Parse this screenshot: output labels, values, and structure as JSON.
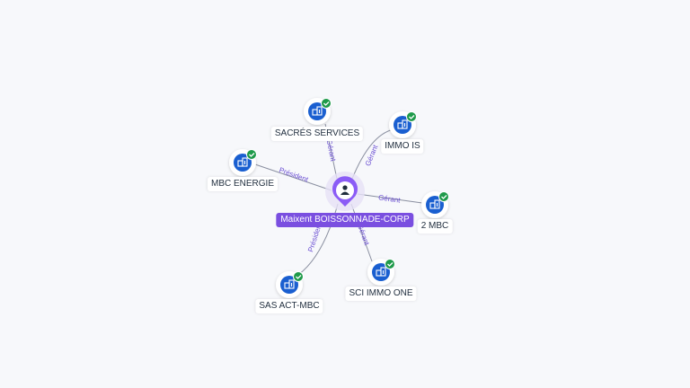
{
  "colors": {
    "background": "#f7f8fb",
    "edge": "#8a8fa0",
    "edge_label": "#6b4fd3",
    "company_icon": "#1a5fd0",
    "verified_badge": "#1f9a4a",
    "person_marker": "#8b5cf6",
    "person_label_bg": "#7a4fe0"
  },
  "center": {
    "label": "Maixent BOISSONNADE-CORP",
    "icon": "person-icon"
  },
  "companies": [
    {
      "label": "SACRÉS SERVICES",
      "icon": "building-icon",
      "badge": "check-icon"
    },
    {
      "label": "IMMO IS",
      "icon": "building-icon",
      "badge": "check-icon"
    },
    {
      "label": "MBC ENERGIE",
      "icon": "building-icon",
      "badge": "check-icon"
    },
    {
      "label": "2 MBC",
      "icon": "building-icon",
      "badge": "check-icon"
    },
    {
      "label": "SAS ACT-MBC",
      "icon": "building-icon",
      "badge": "check-icon"
    },
    {
      "label": "SCI IMMO ONE",
      "icon": "building-icon",
      "badge": "check-icon"
    }
  ],
  "edges": [
    {
      "role": "Gérant"
    },
    {
      "role": "Gérant"
    },
    {
      "role": "Président"
    },
    {
      "role": "Gérant"
    },
    {
      "role": "Président"
    },
    {
      "role": "Gérant"
    }
  ]
}
